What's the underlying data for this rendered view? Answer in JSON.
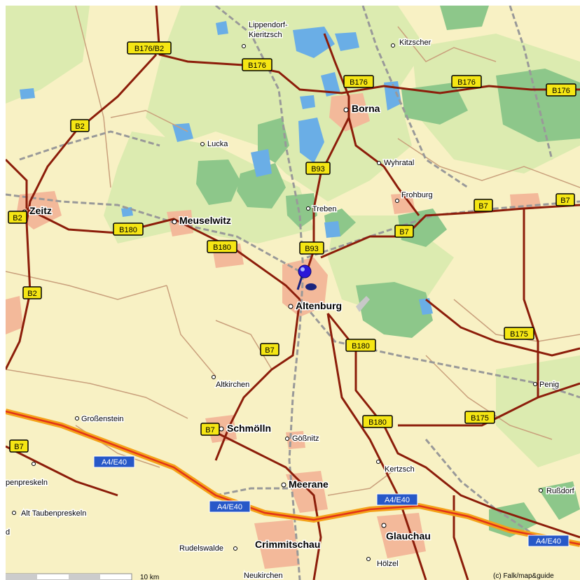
{
  "colors": {
    "land": "#f8f1c4",
    "pale_green": "#dcebb0",
    "forest": "#8dc78a",
    "water": "#6aaee6",
    "settlement": "#f3b99a",
    "primary_road": "#8c1d0a",
    "motorway_outer": "#f4a21a",
    "motorway_inner": "#e23418",
    "rail": "#999999",
    "minor_road": "#c9a07c",
    "shield_fill": "#f5e614",
    "shield_border": "#000000",
    "motorway_shield": "#2758c8",
    "marker": "#2a18d8"
  },
  "places": [
    {
      "id": "lippendorf-kieritzsch-1",
      "name": "Lippendorf-"
    },
    {
      "id": "lippendorf-kieritzsch-2",
      "name": "Kieritzsch"
    },
    {
      "id": "kitzscher",
      "name": "Kitzscher"
    },
    {
      "id": "borna",
      "name": "Borna"
    },
    {
      "id": "lucka",
      "name": "Lucka"
    },
    {
      "id": "wyhratal",
      "name": "Wyhratal"
    },
    {
      "id": "frohburg",
      "name": "Frohburg"
    },
    {
      "id": "zeitz",
      "name": "Zeitz"
    },
    {
      "id": "meuselwitz",
      "name": "Meuselwitz"
    },
    {
      "id": "treben",
      "name": "Treben"
    },
    {
      "id": "altenburg",
      "name": "Altenburg"
    },
    {
      "id": "altkirchen",
      "name": "Altkirchen"
    },
    {
      "id": "penig",
      "name": "Penig"
    },
    {
      "id": "grossenstein",
      "name": "Großenstein"
    },
    {
      "id": "schmoelln",
      "name": "Schmölln"
    },
    {
      "id": "goessnitz",
      "name": "Gößnitz"
    },
    {
      "id": "kertzsch",
      "name": "Kertzsch"
    },
    {
      "id": "penpreskeln",
      "name": "penpreskeln"
    },
    {
      "id": "meerane",
      "name": "Meerane"
    },
    {
      "id": "russdorf",
      "name": "Rußdorf"
    },
    {
      "id": "alt-taubenpreskeln",
      "name": "Alt Taubenpreskeln"
    },
    {
      "id": "glauchau",
      "name": "Glauchau"
    },
    {
      "id": "rudelswalde",
      "name": "Rudelswalde"
    },
    {
      "id": "crimmitschau",
      "name": "Crimmitschau"
    },
    {
      "id": "hoelzel",
      "name": "Hölzel"
    },
    {
      "id": "neukirchen",
      "name": "Neukirchen"
    },
    {
      "id": "d-edge",
      "name": "d"
    }
  ],
  "road_shields": [
    {
      "id": "b176-b2",
      "label": "B176/B2"
    },
    {
      "id": "b176-1",
      "label": "B176"
    },
    {
      "id": "b176-2",
      "label": "B176"
    },
    {
      "id": "b176-3",
      "label": "B176"
    },
    {
      "id": "b176-4",
      "label": "B176"
    },
    {
      "id": "b2-1",
      "label": "B2"
    },
    {
      "id": "b2-2",
      "label": "B2"
    },
    {
      "id": "b2-3",
      "label": "B2"
    },
    {
      "id": "b93-1",
      "label": "B93"
    },
    {
      "id": "b93-2",
      "label": "B93"
    },
    {
      "id": "b7-1",
      "label": "B7"
    },
    {
      "id": "b7-2",
      "label": "B7"
    },
    {
      "id": "b7-3",
      "label": "B7"
    },
    {
      "id": "b7-4",
      "label": "B7"
    },
    {
      "id": "b7-5",
      "label": "B7"
    },
    {
      "id": "b7-6",
      "label": "B7"
    },
    {
      "id": "b180-1",
      "label": "B180"
    },
    {
      "id": "b180-2",
      "label": "B180"
    },
    {
      "id": "b180-3",
      "label": "B180"
    },
    {
      "id": "b180-4",
      "label": "B180"
    },
    {
      "id": "b175-1",
      "label": "B175"
    },
    {
      "id": "b175-2",
      "label": "B175"
    }
  ],
  "motorway_shields": [
    {
      "id": "a4-1",
      "label": "A4/E40"
    },
    {
      "id": "a4-2",
      "label": "A4/E40"
    },
    {
      "id": "a4-3",
      "label": "A4/E40"
    },
    {
      "id": "a4-4",
      "label": "A4/E40"
    }
  ],
  "scale": {
    "label": "10 km"
  },
  "copyright": {
    "text": "(c) Falk/map&guide"
  }
}
